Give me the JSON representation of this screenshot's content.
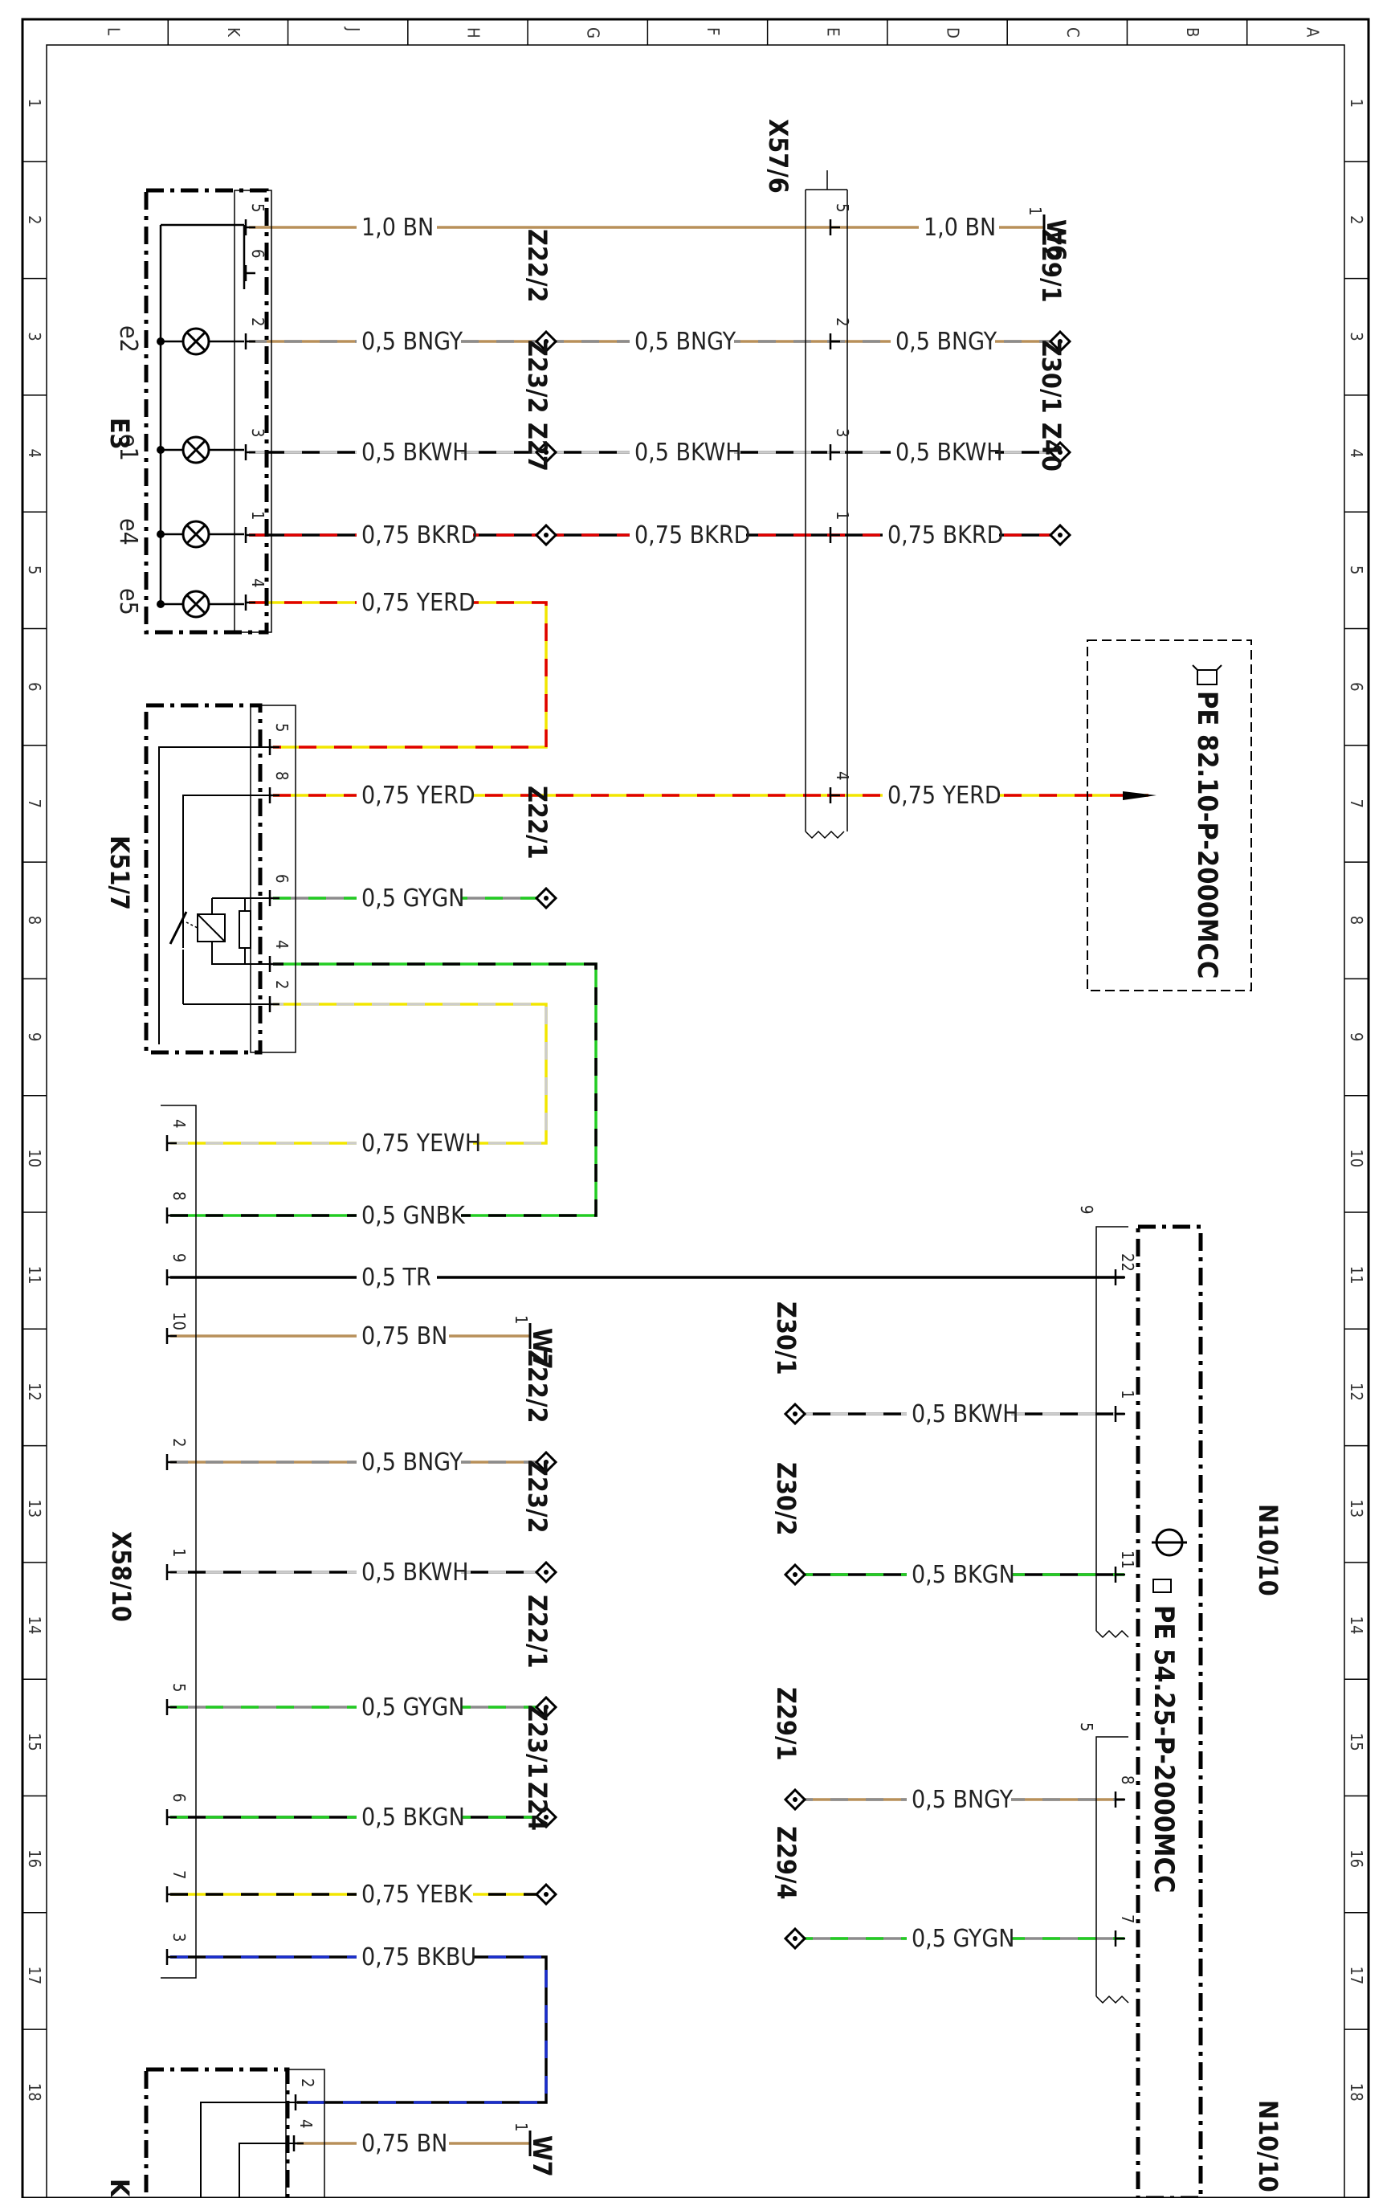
{
  "grid": {
    "columns_top": [
      "L",
      "K",
      "J",
      "H",
      "G",
      "F",
      "E",
      "D",
      "C",
      "B",
      "A"
    ],
    "rows_side": [
      "1",
      "2",
      "3",
      "4",
      "5",
      "6",
      "7",
      "8",
      "9",
      "10",
      "11",
      "12",
      "13",
      "14",
      "15",
      "16",
      "17",
      "18"
    ]
  },
  "colors": {
    "BN": "#b8905a",
    "GY": "#8c8c8c",
    "BK": "#000000",
    "WH": "#cccccc",
    "RD": "#e00000",
    "YE": "#f2e600",
    "GN": "#22cc22",
    "BU": "#1a2ecc",
    "TR": "#000000",
    "outline": "#000000"
  },
  "components": {
    "E3": {
      "name": "E3",
      "lamps": [
        "e2",
        "e1",
        "e4",
        "e5"
      ]
    },
    "K51_7": {
      "name": "K51/7"
    },
    "X57_6": {
      "name": "X57/6"
    },
    "X58_10": {
      "name": "X58/10"
    },
    "N10_10_top": {
      "name": "N10/10"
    },
    "N10_10_bottom": {
      "name": "N10/10"
    },
    "K_partial": {
      "name": "K"
    },
    "ref_box": {
      "text": "PE 82.10-P-2000MCC"
    },
    "ref_n10": {
      "text": "PE 54.25-P-2000MCC"
    }
  },
  "wires": [
    {
      "label": "1,0 BN",
      "pin": "5",
      "colors": [
        "BN"
      ]
    },
    {
      "label": "1,0 BN",
      "pin": "5",
      "colors": [
        "BN"
      ]
    },
    {
      "label": "0,5 BNGY",
      "pin": "2",
      "colors": [
        "BN",
        "GY"
      ]
    },
    {
      "label": "0,5 BNGY",
      "pin": "2",
      "colors": [
        "BN",
        "GY"
      ]
    },
    {
      "label": "0,5 BNGY",
      "pin": "2",
      "colors": [
        "BN",
        "GY"
      ]
    },
    {
      "label": "0,5 BKWH",
      "pin": "3",
      "colors": [
        "BK",
        "WH"
      ]
    },
    {
      "label": "0,5 BKWH",
      "pin": "3",
      "colors": [
        "BK",
        "WH"
      ]
    },
    {
      "label": "0,5 BKWH",
      "pin": "3",
      "colors": [
        "BK",
        "WH"
      ]
    },
    {
      "label": "0,75 BKRD",
      "pin": "1",
      "colors": [
        "BK",
        "RD"
      ]
    },
    {
      "label": "0,75 BKRD",
      "pin": "1",
      "colors": [
        "BK",
        "RD"
      ]
    },
    {
      "label": "0,75 BKRD",
      "pin": "1",
      "colors": [
        "BK",
        "RD"
      ]
    },
    {
      "label": "0,75 YERD",
      "pin": "4",
      "colors": [
        "YE",
        "RD"
      ]
    },
    {
      "label": "0,75 YERD",
      "pin": "8",
      "colors": [
        "YE",
        "RD"
      ]
    },
    {
      "label": "0,75 YERD",
      "pin": "4",
      "colors": [
        "YE",
        "RD"
      ]
    },
    {
      "label": "0,5 GYGN",
      "pin": "6",
      "colors": [
        "GY",
        "GN"
      ]
    },
    {
      "label": "0,75 YEWH",
      "pin": "4",
      "colors": [
        "YE",
        "WH"
      ]
    },
    {
      "label": "0,5 GNBK",
      "pin": "8",
      "colors": [
        "GN",
        "BK"
      ]
    },
    {
      "label": "0,5 TR",
      "pin": "9",
      "colors": [
        "TR"
      ]
    },
    {
      "label": "0,75 BN",
      "pin": "10",
      "colors": [
        "BN"
      ]
    },
    {
      "label": "0,5 BKWH",
      "pin": "1",
      "colors": [
        "BK",
        "WH"
      ]
    },
    {
      "label": "0,5 BKGN",
      "pin": "11",
      "colors": [
        "BK",
        "GN"
      ]
    },
    {
      "label": "0,5 BNGY",
      "pin": "8",
      "colors": [
        "BN",
        "GY"
      ]
    },
    {
      "label": "0,5 GYGN",
      "pin": "7",
      "colors": [
        "GY",
        "GN"
      ]
    },
    {
      "label": "0,5 BNGY",
      "pin": "2",
      "colors": [
        "BN",
        "GY"
      ]
    },
    {
      "label": "0,5 BKWH",
      "pin": "1",
      "colors": [
        "BK",
        "WH"
      ]
    },
    {
      "label": "0,5 GYGN",
      "pin": "5",
      "colors": [
        "GY",
        "GN"
      ]
    },
    {
      "label": "0,5 BKGN",
      "pin": "6",
      "colors": [
        "BK",
        "GN"
      ]
    },
    {
      "label": "0,75 YEBK",
      "pin": "7",
      "colors": [
        "YE",
        "BK"
      ]
    },
    {
      "label": "0,75 BKBU",
      "pin": "3",
      "colors": [
        "BK",
        "BU"
      ]
    },
    {
      "label": "0,75 BN",
      "pin": "4",
      "colors": [
        "BN"
      ]
    }
  ],
  "splices": [
    {
      "label": "Z22/2"
    },
    {
      "label": "Z23/2"
    },
    {
      "label": "Z27"
    },
    {
      "label": "Z29/1"
    },
    {
      "label": "Z30/1"
    },
    {
      "label": "Z40"
    },
    {
      "label": "Z22/1"
    },
    {
      "label": "Z30/1"
    },
    {
      "label": "Z30/2"
    },
    {
      "label": "Z29/1"
    },
    {
      "label": "Z29/4"
    },
    {
      "label": "Z22/2"
    },
    {
      "label": "Z23/2"
    },
    {
      "label": "Z22/1"
    },
    {
      "label": "Z23/1"
    },
    {
      "label": "Z24"
    }
  ],
  "grounds": [
    {
      "label": "W6",
      "pin": "1"
    },
    {
      "label": "W7",
      "pin": "1"
    },
    {
      "label": "W7",
      "pin": "1"
    }
  ],
  "extra_pins": {
    "e3_pin6": "6",
    "k51_pin5": "5",
    "k51_pin4": "4",
    "k51_pin2": "2",
    "x57_pin4": "4",
    "n10_pin1": "1",
    "n10_pin22": "22",
    "k_pin2": "2",
    "n10_conn9": "9",
    "n10_conn5": "5"
  }
}
